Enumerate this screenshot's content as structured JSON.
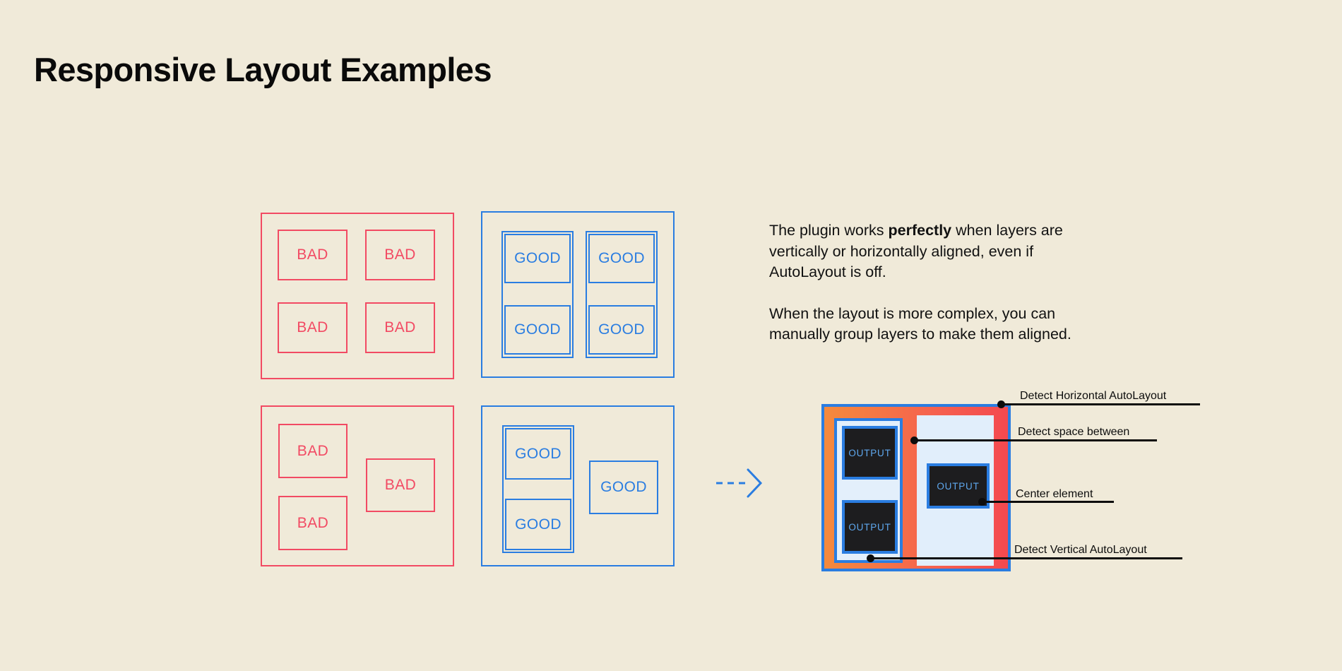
{
  "page": {
    "title": "Responsive Layout Examples",
    "background_color": "#f0ead9"
  },
  "colors": {
    "bad": "#f24a63",
    "good": "#2a7de1",
    "ink": "#0d0d0d",
    "frame_gradient_start": "#f58a3c",
    "frame_gradient_end": "#f4494f",
    "output_fill": "#1d1d1f",
    "output_text": "#5fa8ee",
    "column_fill": "#e1eefb"
  },
  "examples": {
    "bad_grid": {
      "variant": "bad",
      "cells": [
        {
          "label": "BAD"
        },
        {
          "label": "BAD"
        },
        {
          "label": "BAD"
        },
        {
          "label": "BAD"
        }
      ]
    },
    "good_grid": {
      "variant": "good",
      "cells": [
        {
          "label": "GOOD"
        },
        {
          "label": "GOOD"
        },
        {
          "label": "GOOD"
        },
        {
          "label": "GOOD"
        }
      ]
    },
    "bad_complex": {
      "variant": "bad",
      "cells": [
        {
          "label": "BAD"
        },
        {
          "label": "BAD"
        },
        {
          "label": "BAD"
        }
      ]
    },
    "good_complex": {
      "variant": "good",
      "cells": [
        {
          "label": "GOOD"
        },
        {
          "label": "GOOD"
        },
        {
          "label": "GOOD"
        }
      ]
    }
  },
  "copy": {
    "paragraph_1_part_1": "The plugin works ",
    "paragraph_1_emphasis": "perfectly",
    "paragraph_1_part_2": " when layers are vertically or horizontally aligned, even if AutoLayout is off.",
    "paragraph_2": "When the layout is more complex, you can manually group layers to make them aligned."
  },
  "arrow": {
    "icon": "dashed-arrow-right-icon",
    "color": "#2a7de1",
    "style": "dashed"
  },
  "detail_diagram": {
    "outputs": [
      {
        "label": "OUTPUT"
      },
      {
        "label": "OUTPUT"
      },
      {
        "label": "OUTPUT"
      }
    ],
    "callouts": [
      {
        "label": "Detect Horizontal AutoLayout"
      },
      {
        "label": "Detect space between"
      },
      {
        "label": "Center element"
      },
      {
        "label": "Detect Vertical AutoLayout"
      }
    ]
  }
}
